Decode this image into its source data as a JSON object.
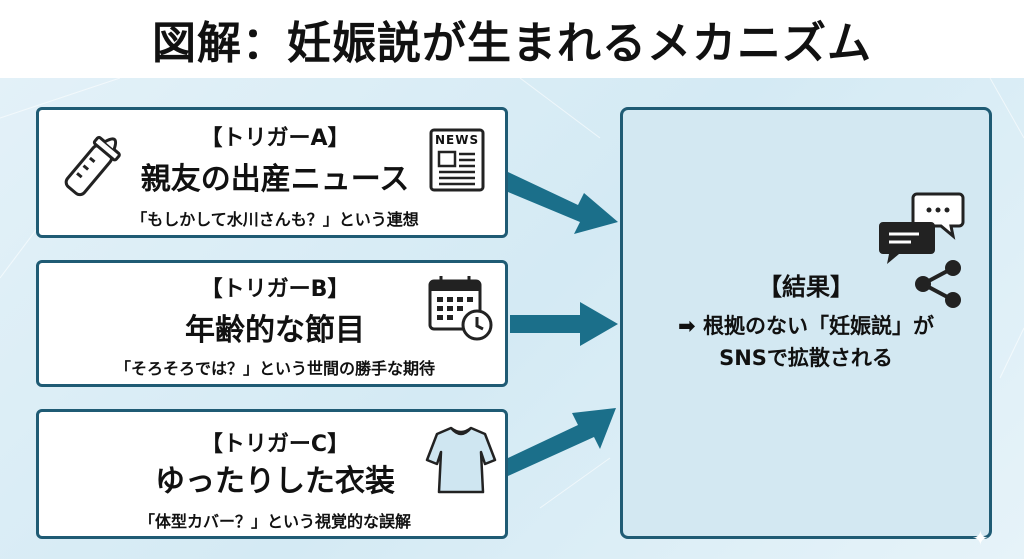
{
  "title": "図解：妊娠説が生まれるメカニズム",
  "triggers": [
    {
      "tag": "【トリガーA】",
      "heading": "親友の出産ニュース",
      "sub": "「もしかして水川さんも？」という連想",
      "icons": [
        "baby-bottle-icon",
        "newspaper-icon"
      ],
      "newspaper_label": "NEWS"
    },
    {
      "tag": "【トリガーB】",
      "heading": "年齢的な節目",
      "sub": "「そろそろでは？」という世間の勝手な期待",
      "icons": [
        "calendar-clock-icon"
      ]
    },
    {
      "tag": "【トリガーC】",
      "heading": "ゆったりした衣装",
      "sub": "「体型カバー？」という視覚的な誤解",
      "icons": [
        "loose-dress-icon"
      ]
    }
  ],
  "result": {
    "title": "【結果】",
    "line1": "➡ 根拠のない「妊娠説」が",
    "line2": "SNSで拡散される",
    "icons": [
      "chat-bubbles-icon",
      "share-icon"
    ]
  },
  "colors": {
    "border": "#1f5b74",
    "arrow": "#1b6f8a",
    "result_bg": "#d3e8f2",
    "icon": "#222222"
  }
}
